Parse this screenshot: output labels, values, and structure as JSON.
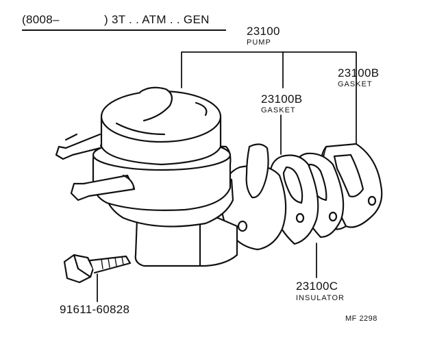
{
  "header": {
    "range": "(8008–",
    "range_close": ") 3T . . ATM . . GEN"
  },
  "parts": {
    "pump": {
      "number": "23100",
      "name": "PUMP"
    },
    "gasket_outer": {
      "number": "23100B",
      "name": "GASKET"
    },
    "gasket_inner": {
      "number": "23100B",
      "name": "GASKET"
    },
    "insulator": {
      "number": "23100C",
      "name": "INSULATOR"
    },
    "bolt": {
      "number": "91611-60828"
    }
  },
  "footer": {
    "code": "MF  2298"
  }
}
